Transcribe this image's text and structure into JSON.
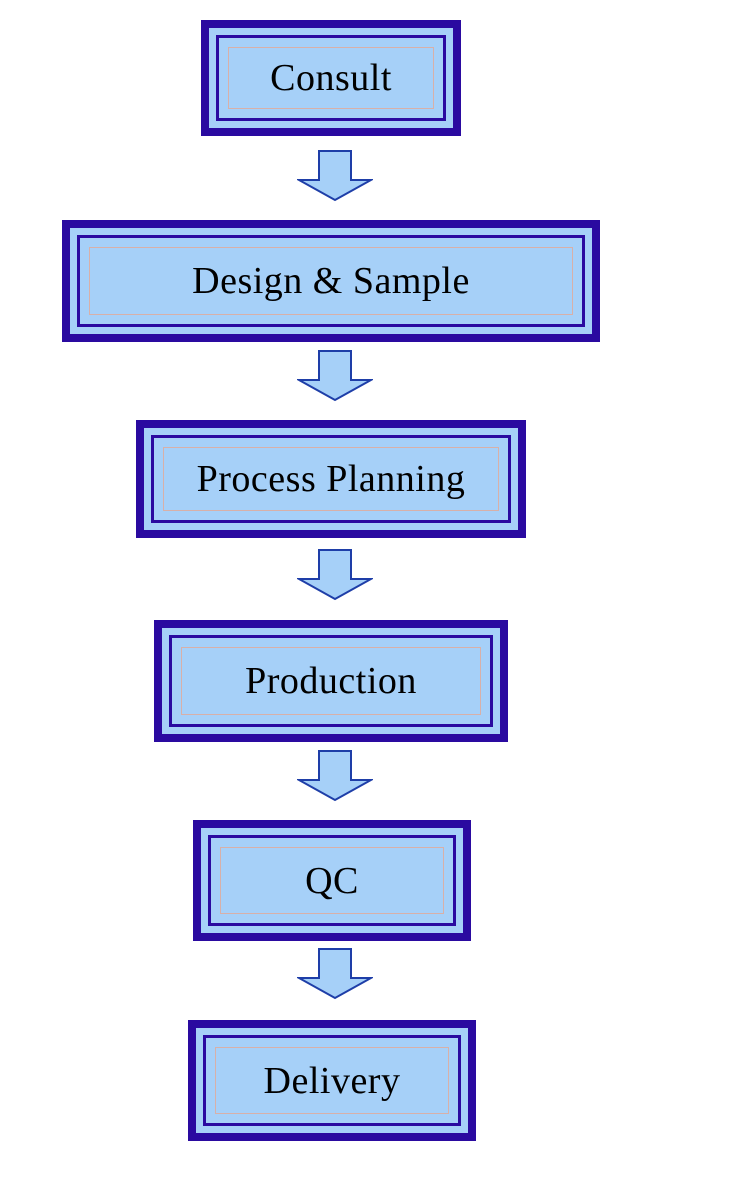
{
  "colors": {
    "frame": "#2a0aa0",
    "fill": "#a6d0f8",
    "inner_line": "#d8b0a8",
    "text": "#000000",
    "arrow_fill": "#a6d0f8",
    "arrow_stroke": "#1e3ea8"
  },
  "flow": {
    "steps": [
      {
        "label": "Consult"
      },
      {
        "label": "Design & Sample"
      },
      {
        "label": "Process Planning"
      },
      {
        "label": "Production"
      },
      {
        "label": "QC"
      },
      {
        "label": "Delivery"
      }
    ],
    "connector_icon": "down-arrow-icon"
  }
}
